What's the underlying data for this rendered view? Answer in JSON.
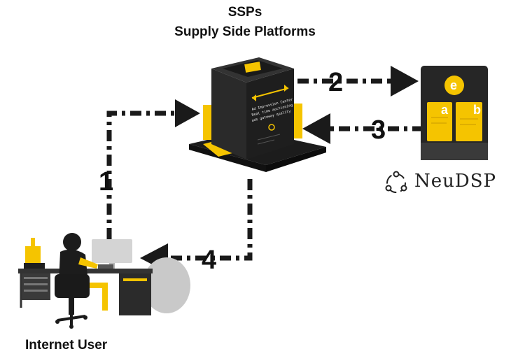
{
  "ssp": {
    "title_line1": "SSPs",
    "title_line2": "Supply Side Platforms"
  },
  "user": {
    "label": "Internet User"
  },
  "dsp": {
    "brand_name": "NeuDSP",
    "card_letters": [
      "a",
      "b"
    ],
    "logo_glyph": "e"
  },
  "steps": [
    "1",
    "2",
    "3",
    "4"
  ],
  "colors": {
    "accent": "#f5c400",
    "dark": "#1f1f1f",
    "arrow": "#1a1a1a"
  }
}
